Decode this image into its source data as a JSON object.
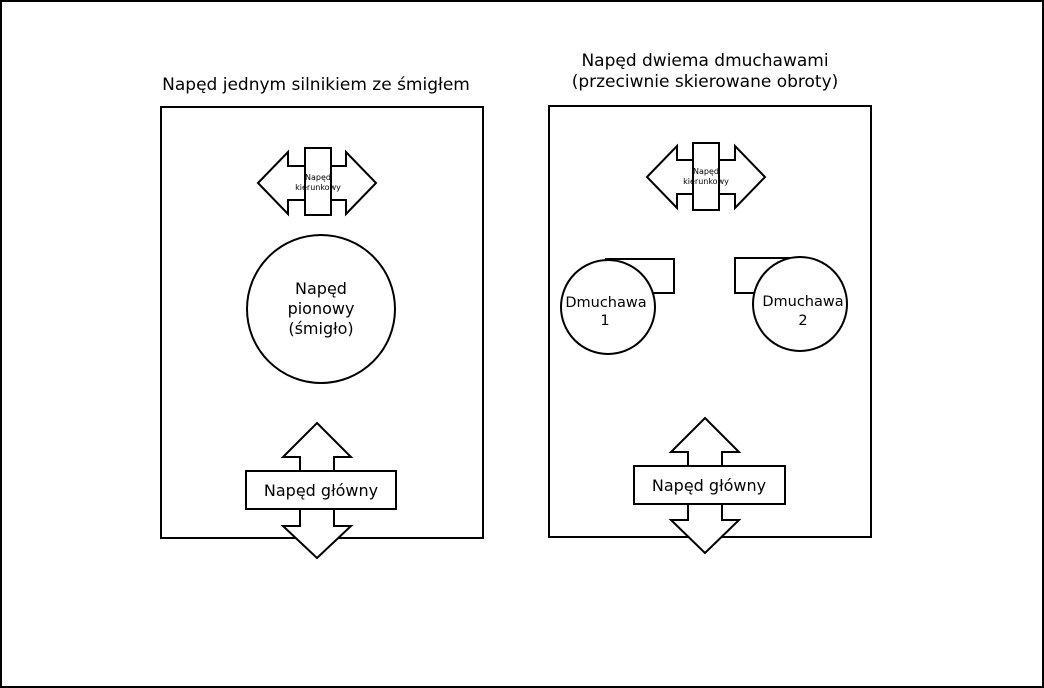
{
  "left": {
    "title": "Napęd jednym silnikiem ze śmigłem",
    "directional_label_1": "Napęd",
    "directional_label_2": "kierunkowy",
    "vertical_label_1": "Napęd",
    "vertical_label_2": "pionowy",
    "vertical_label_3": "(śmigło)",
    "main_label": "Napęd główny"
  },
  "right": {
    "title_1": "Napęd dwiema dmuchawami",
    "title_2": "(przeciwnie skierowane obroty)",
    "directional_label_1": "Napęd",
    "directional_label_2": "kierunkowy",
    "blower1_label_1": "Dmuchawa",
    "blower1_label_2": "1",
    "blower2_label_1": "Dmuchawa",
    "blower2_label_2": "2",
    "main_label": "Napęd główny"
  }
}
